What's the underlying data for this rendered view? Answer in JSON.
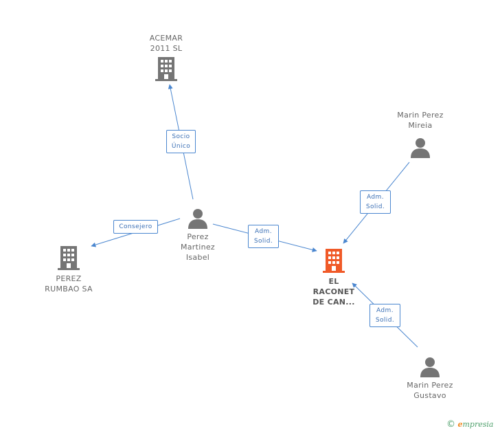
{
  "nodes": {
    "acemar": {
      "label": "ACEMAR\n2011 SL",
      "type": "company"
    },
    "perez_rumbao": {
      "label": "PEREZ\nRUMBAO SA",
      "type": "company"
    },
    "el_raconet": {
      "label": "EL\nRACONET\nDE CAN...",
      "type": "company",
      "focus": true
    },
    "perez_martinez": {
      "label": "Perez\nMartinez\nIsabel",
      "type": "person"
    },
    "marin_mireia": {
      "label": "Marin Perez\nMireia",
      "type": "person"
    },
    "marin_gustavo": {
      "label": "Marin Perez\nGustavo",
      "type": "person"
    }
  },
  "edges": {
    "socio_unico": "Socio\nÚnico",
    "consejero": "Consejero",
    "adm_isabel": "Adm.\nSolid.",
    "adm_mireia": "Adm.\nSolid.",
    "adm_gustavo": "Adm.\nSolid."
  },
  "colors": {
    "edge": "#4a86cf",
    "company_icon": "#757575",
    "focus_icon": "#f05a28",
    "person_icon": "#757575"
  },
  "brand": {
    "copyright": "©",
    "e": "e",
    "rest": "mpresia"
  }
}
